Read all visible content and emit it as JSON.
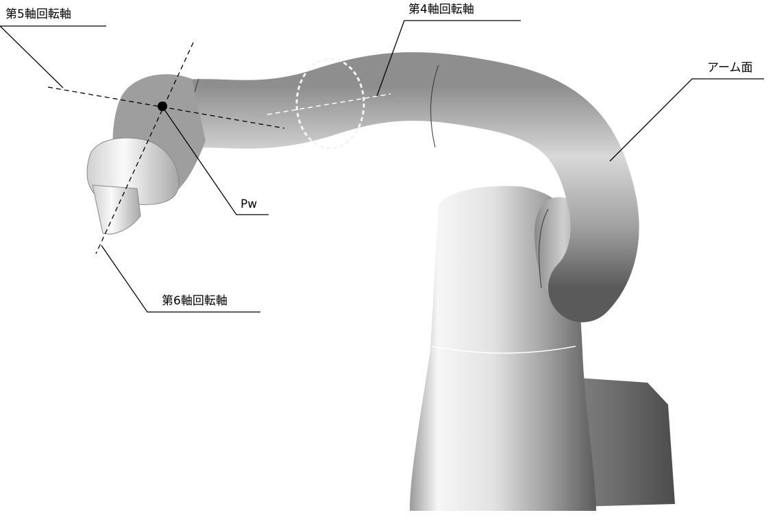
{
  "labels": {
    "axis5": "第5軸回転軸",
    "axis4": "第4軸回転軸",
    "arm_plane": "アーム面",
    "pw": "Pw",
    "axis6": "第6軸回転軸"
  },
  "colors": {
    "body_light": "#f4f4f4",
    "body_mid": "#b5b5b5",
    "body_dark": "#5a5a5a",
    "line": "#000000"
  }
}
